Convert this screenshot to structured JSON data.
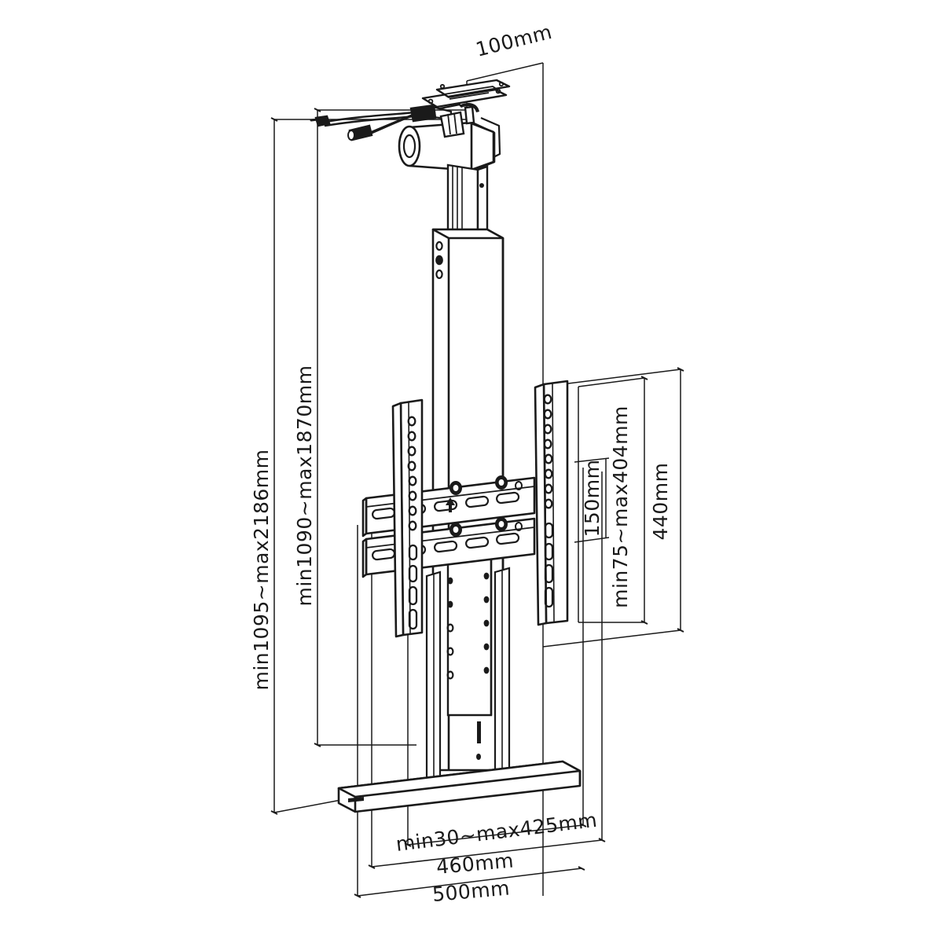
{
  "drawing": {
    "type": "technical-dimension-drawing",
    "subject": "Ceiling-mounted motorized TV lift / display mount",
    "units": "mm",
    "view": "isometric line drawing",
    "background_color": "#ffffff",
    "line_color": "#1a1a1a",
    "dimension_line_color": "#1a1a1a"
  },
  "dimensions": {
    "top_depth": {
      "label": "100mm",
      "value": 100,
      "orientation": "angled",
      "position": "top-right"
    },
    "outer_height": {
      "label": "min1095~max2186mm",
      "min": 1095,
      "max": 2186,
      "orientation": "vertical",
      "position": "far-left"
    },
    "inner_height": {
      "label": "min1090~max1870mm",
      "min": 1090,
      "max": 1870,
      "orientation": "vertical",
      "position": "left"
    },
    "bracket_pitch_vertical": {
      "label": "150mm",
      "value": 150,
      "orientation": "vertical",
      "position": "right-inner"
    },
    "vesa_vertical_range": {
      "label": "min75~max404mm",
      "min": 75,
      "max": 404,
      "orientation": "vertical",
      "position": "right-middle"
    },
    "panel_height": {
      "label": "440mm",
      "value": 440,
      "orientation": "vertical",
      "position": "far-right"
    },
    "vesa_horizontal_range": {
      "label": "min30~max425mm",
      "min": 30,
      "max": 425,
      "orientation": "horizontal-angled",
      "position": "bottom-inner"
    },
    "base_width": {
      "label": "460mm",
      "value": 460,
      "orientation": "horizontal",
      "position": "bottom-middle"
    },
    "overall_width": {
      "label": "500mm",
      "value": 500,
      "orientation": "horizontal",
      "position": "bottom-outer"
    }
  },
  "parts": {
    "ceiling_plate": "ceiling-mounting-plate",
    "motor": "linear-actuator-motor",
    "cables": "power-and-control-cables",
    "column": "telescopic-column",
    "crossbars": "horizontal-mounting-crossbars",
    "rails": "vertical-vesa-rails",
    "center_plate": "center-adapter-plate",
    "base": "floor-base-plate"
  }
}
